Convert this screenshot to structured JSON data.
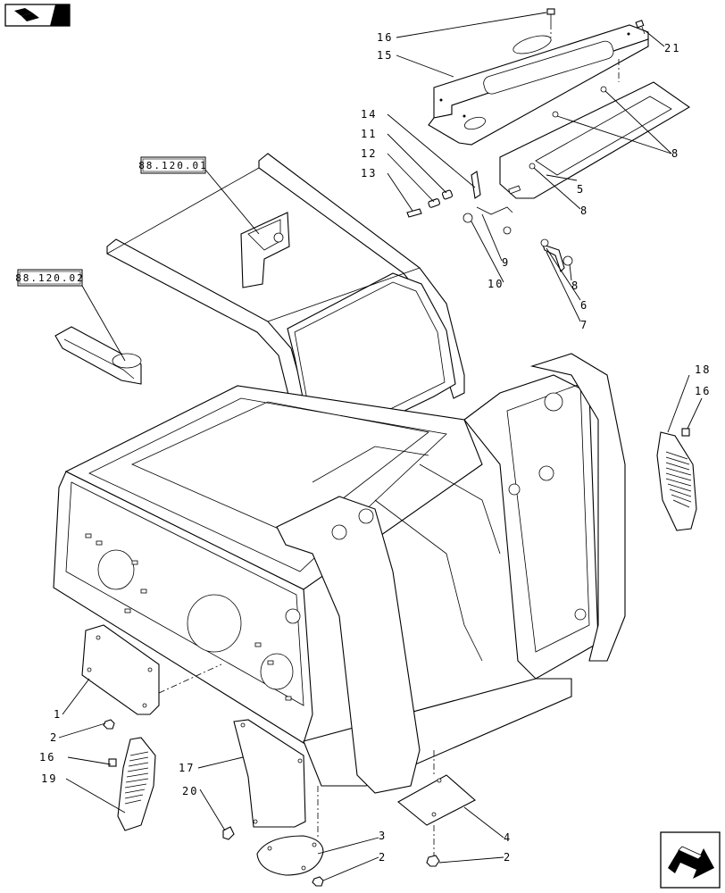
{
  "reference_boxes": [
    {
      "id": "ref-a",
      "text": "88.120.01"
    },
    {
      "id": "ref-b",
      "text": "88.120.02"
    }
  ],
  "callouts": {
    "c1": "1",
    "c2a": "2",
    "c2b": "2",
    "c2c": "2",
    "c3": "3",
    "c4": "4",
    "c5": "5",
    "c6": "6",
    "c7": "7",
    "c8a": "8",
    "c8b": "8",
    "c8c": "8",
    "c9": "9",
    "c10": "10",
    "c11": "11",
    "c12": "12",
    "c13": "13",
    "c14": "14",
    "c15": "15",
    "c16a": "16",
    "c16b": "16",
    "c16c": "16",
    "c17": "17",
    "c18": "18",
    "c19": "19",
    "c20": "20",
    "c21": "21"
  },
  "icons": {
    "top_left": "book-page-navigation-icon",
    "bottom_right": "next-page-arrow-icon"
  },
  "colors": {
    "ink": "#000000",
    "paper": "#ffffff"
  }
}
